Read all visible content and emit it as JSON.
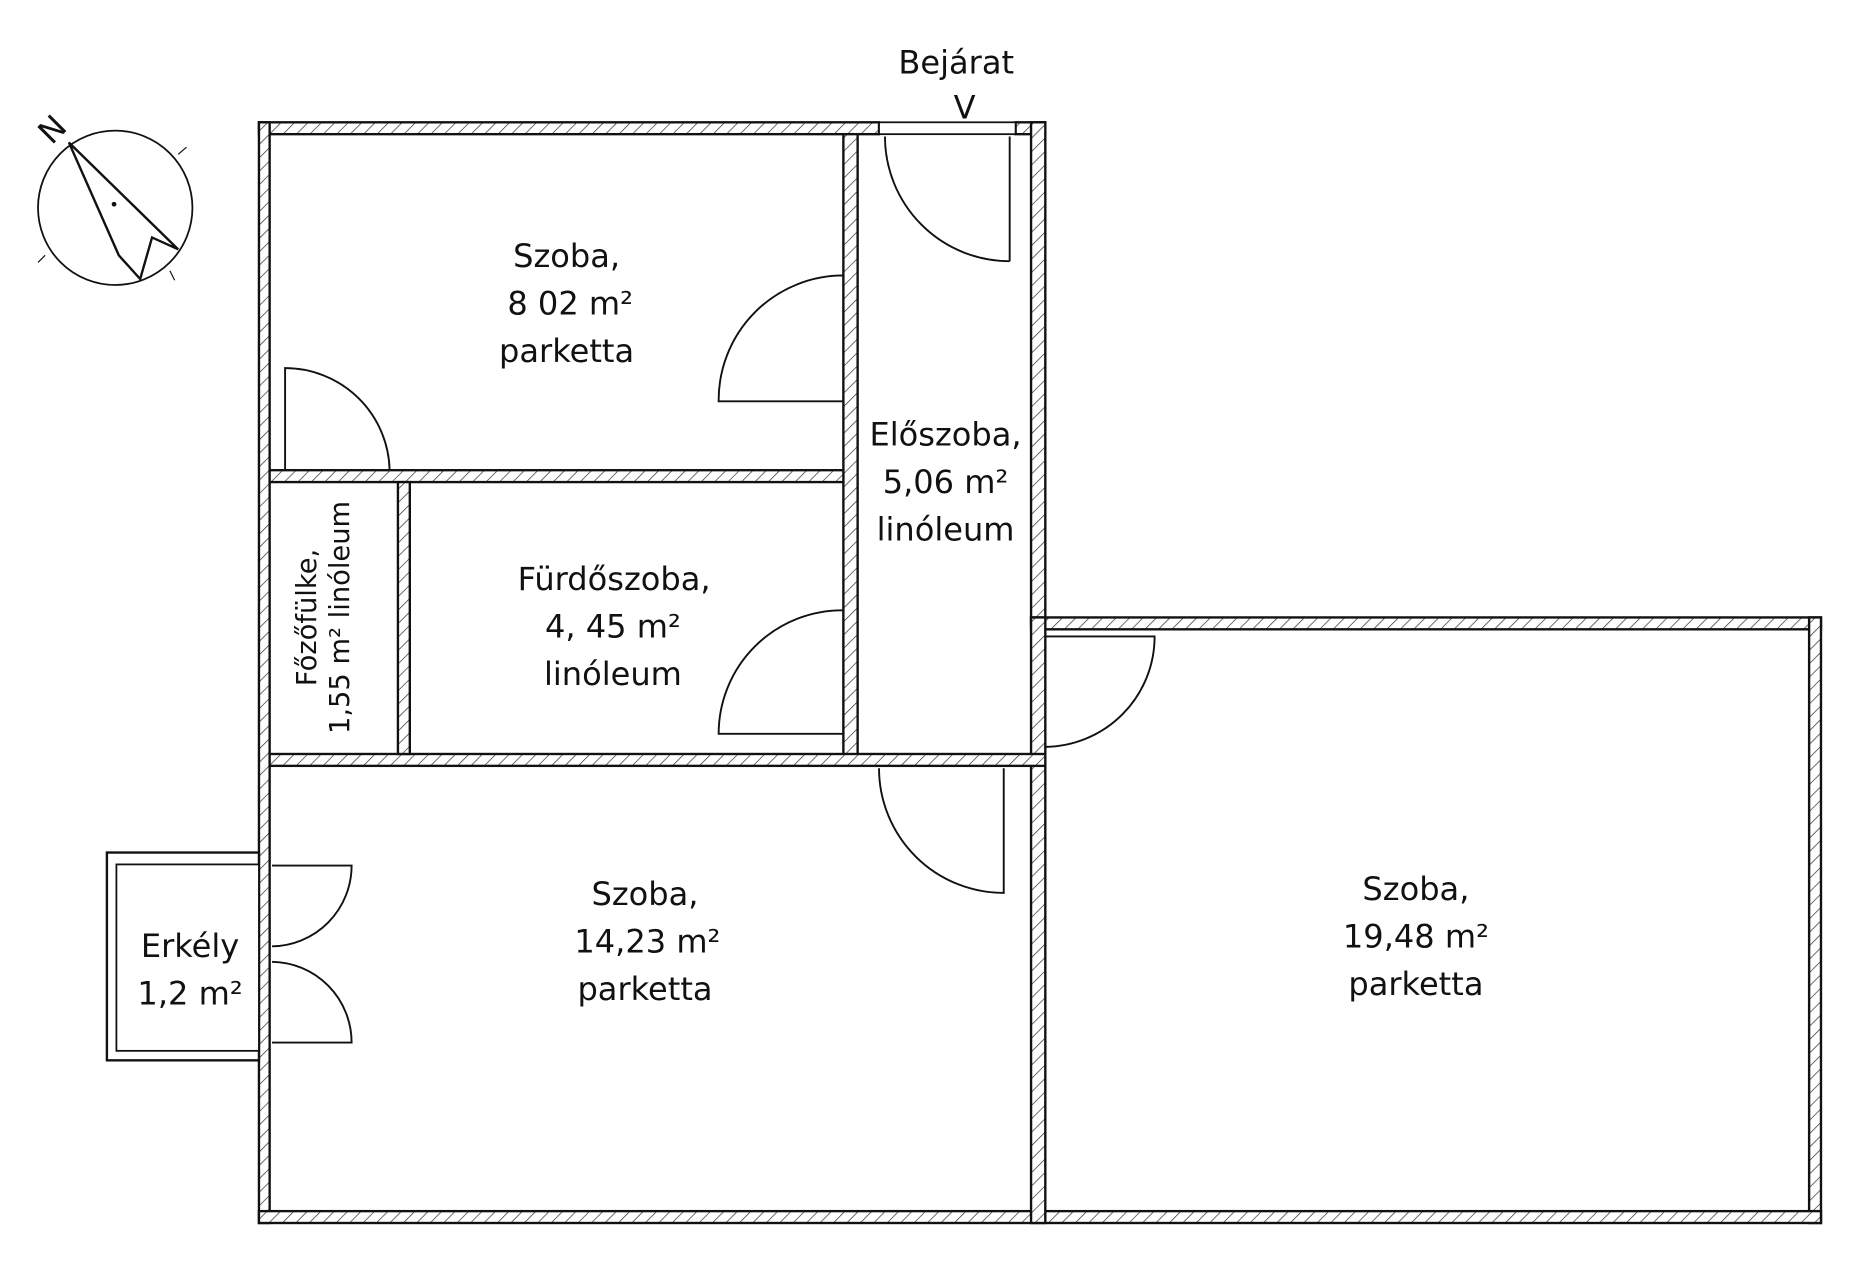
{
  "plan": {
    "entrance": {
      "label": "Bejárat",
      "marker": "V"
    },
    "compass": {
      "label": "N"
    },
    "rooms": [
      {
        "id": "szoba-small",
        "lines": [
          "Szoba,",
          "8 02 m²",
          "parketta"
        ]
      },
      {
        "id": "eloszoba",
        "lines": [
          "Előszoba,",
          "5,06 m²",
          "linóleum"
        ]
      },
      {
        "id": "furdoszoba",
        "lines": [
          "Fürdőszoba,",
          "4, 45 m²",
          "linóleum"
        ]
      },
      {
        "id": "fozofulke",
        "lines": [
          "Főzőfülke,",
          "1,55 m² linóleum"
        ]
      },
      {
        "id": "szoba-medium",
        "lines": [
          "Szoba,",
          "14,23 m²",
          "parketta"
        ]
      },
      {
        "id": "szoba-large",
        "lines": [
          "Szoba,",
          "19,48 m²",
          "parketta"
        ]
      },
      {
        "id": "erkely",
        "lines": [
          "Erkély",
          "1,2 m²"
        ]
      }
    ]
  }
}
